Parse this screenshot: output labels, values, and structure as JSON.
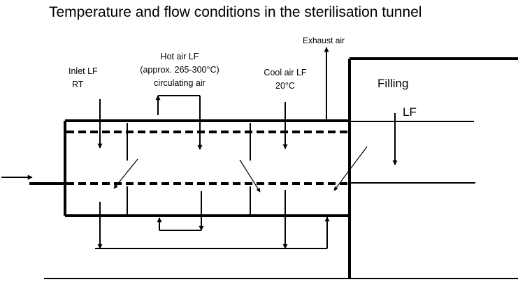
{
  "title": "Temperature and flow conditions in the sterilisation tunnel",
  "labels": {
    "inlet_line1": "Inlet LF",
    "inlet_line2": "RT",
    "hot_line1": "Hot air LF",
    "hot_line2": "(approx. 265-300°C)",
    "hot_line3": "circulating air",
    "cool_line1": "Cool air LF",
    "cool_line2": "20°C",
    "exhaust": "Exhaust air",
    "filling": "Filling",
    "lf": "LF"
  },
  "colors": {
    "line": "#000000",
    "background": "#ffffff"
  }
}
